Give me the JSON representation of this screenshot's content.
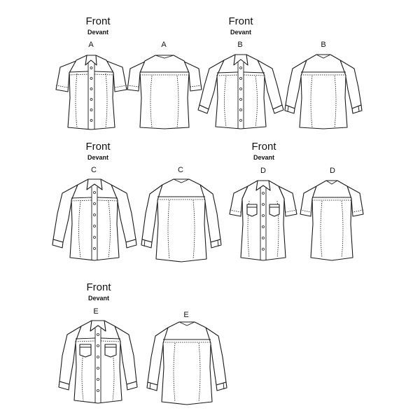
{
  "title_front": "Front",
  "title_devant": "Devant",
  "views": [
    {
      "id": "A",
      "letter": "A",
      "side": "front",
      "sleeve": "short"
    },
    {
      "id": "A",
      "letter": "A",
      "side": "back",
      "sleeve": "short"
    },
    {
      "id": "B",
      "letter": "B",
      "side": "front",
      "sleeve": "three-quarter"
    },
    {
      "id": "B",
      "letter": "B",
      "side": "back",
      "sleeve": "three-quarter"
    },
    {
      "id": "C",
      "letter": "C",
      "side": "front",
      "sleeve": "long"
    },
    {
      "id": "C",
      "letter": "C",
      "side": "back",
      "sleeve": "long"
    },
    {
      "id": "D",
      "letter": "D",
      "side": "front",
      "sleeve": "short",
      "pockets": true
    },
    {
      "id": "D",
      "letter": "D",
      "side": "back",
      "sleeve": "short"
    },
    {
      "id": "E",
      "letter": "E",
      "side": "front",
      "sleeve": "long",
      "pockets": true
    },
    {
      "id": "E",
      "letter": "E",
      "side": "back",
      "sleeve": "long"
    }
  ],
  "colors": {
    "line": "#1a1a1a",
    "background": "#ffffff"
  }
}
